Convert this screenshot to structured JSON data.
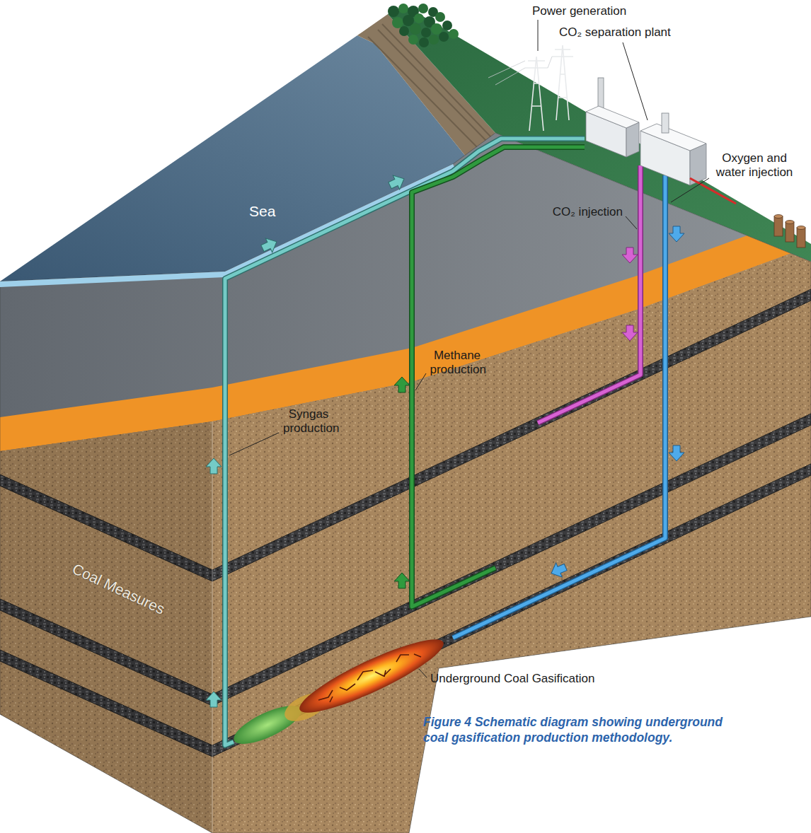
{
  "diagram": {
    "caption": "Figure 4 Schematic diagram showing underground coal gasification production methodology.",
    "labels": [
      "Power generation",
      "CO₂ separation plant",
      "Sea",
      "Oxygen and water injection",
      "CO₂ injection",
      "Methane production",
      "Syngas production",
      "Coal Measures",
      "Underground Coal Gasification"
    ]
  }
}
